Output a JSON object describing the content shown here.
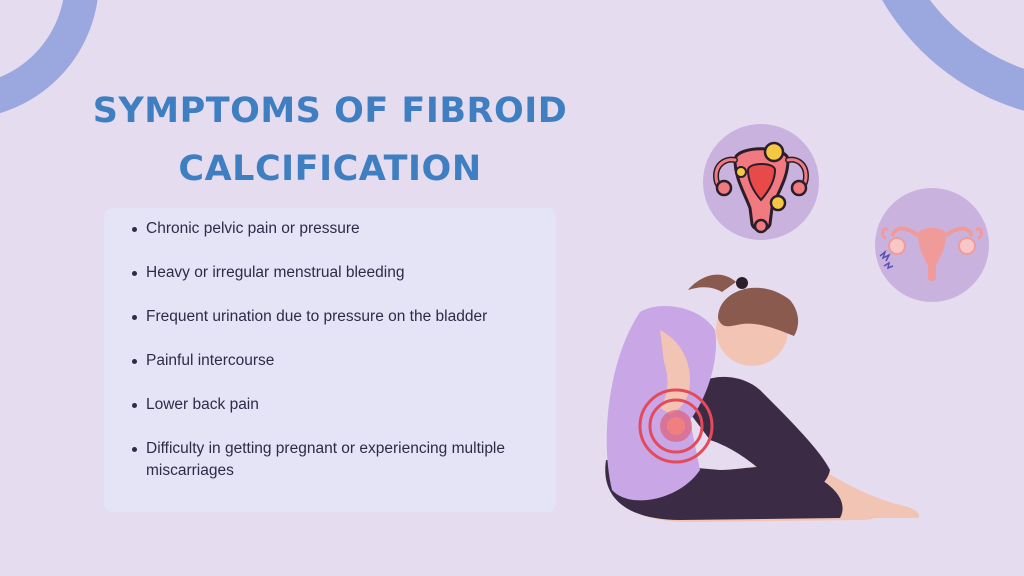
{
  "title": {
    "line1": "SYMPTOMS OF FIBROID",
    "line2": "CALCIFICATION"
  },
  "symptoms": [
    "Chronic pelvic pain or pressure",
    "Heavy or irregular menstrual bleeding",
    "Frequent urination due to pressure on the bladder",
    "Painful intercourse",
    "Lower back pain",
    "Difficulty in getting pregnant or experiencing multiple miscarriages"
  ],
  "colors": {
    "background": "#e6dcef",
    "title": "#3f7fc1",
    "card": "#e5e4f6",
    "text": "#2e2a48",
    "decor_arc": "#9aa8df",
    "pain": "#e54a5a"
  },
  "icons": [
    "uterus-fibroid-icon",
    "uterus-ovaries-icon",
    "woman-in-pain-illustration"
  ]
}
